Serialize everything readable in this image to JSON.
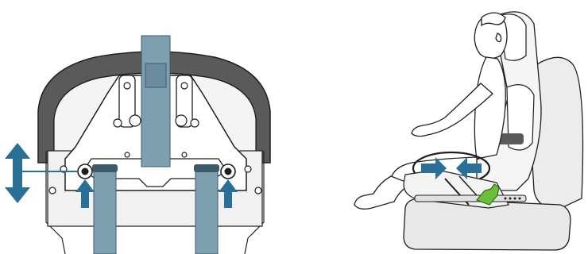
{
  "colors": {
    "background": "#ffffff",
    "strap_blue": "#7e9fb0",
    "strap_dark": "#3d5a6c",
    "arrow_blue": "#2a6f95",
    "shell_gray": "#5a5a5a",
    "panel_light": "#f1f1f1",
    "line_dark": "#1f1f1f",
    "cushion_gray": "#e8e8e8",
    "lever_green": "#6cbf3a"
  },
  "icons": {
    "vertical_adjust": "double-headed-vertical-arrow",
    "push_up": "up-arrow",
    "squeeze": "inward-horizontal-arrows"
  }
}
